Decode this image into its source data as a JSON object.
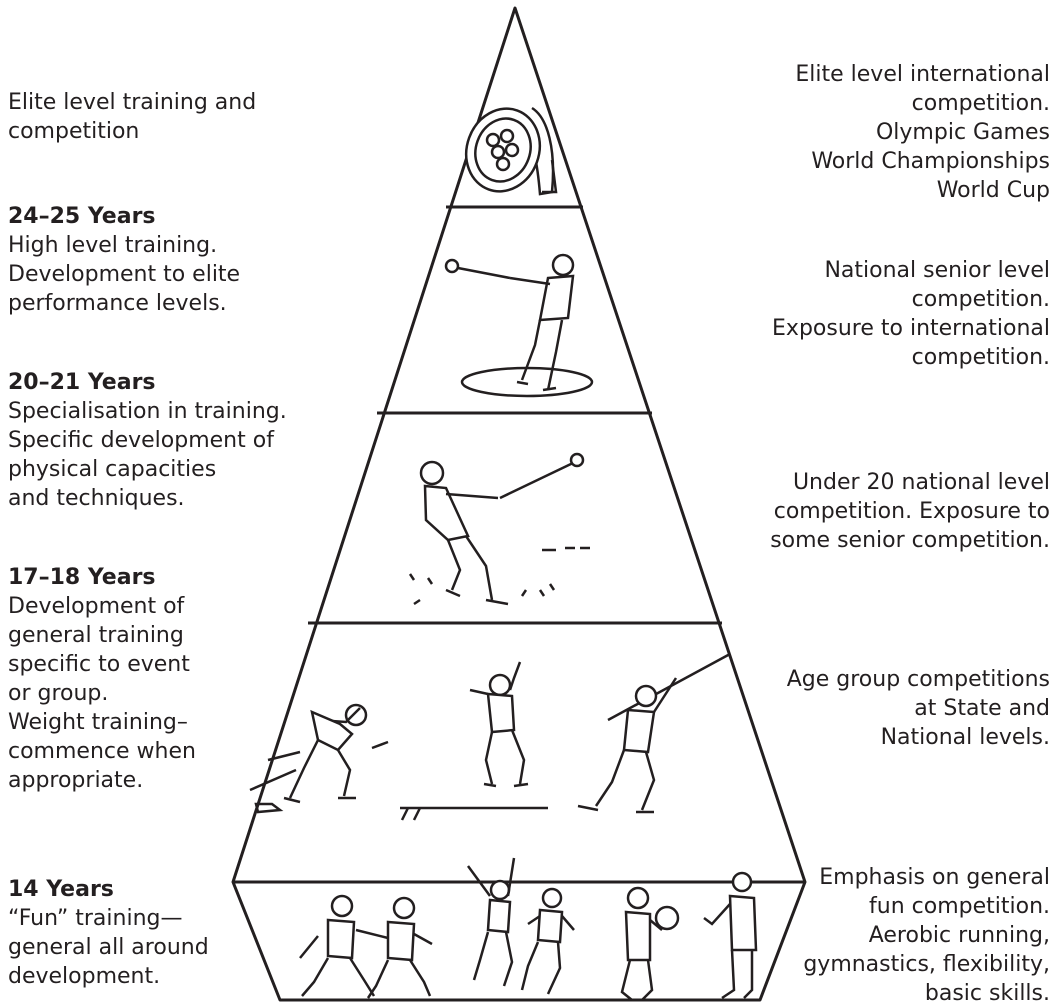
{
  "left_labels": [
    {
      "age": "",
      "text": "Elite level training and\ncompetition"
    },
    {
      "age": "24–25 Years",
      "text": "High level training.\nDevelopment to elite\nperformance levels."
    },
    {
      "age": "20–21 Years",
      "text": "Specialisation in training.\nSpecific development of\nphysical capacities\nand techniques."
    },
    {
      "age": "17–18 Years",
      "text": "Development of\ngeneral training\nspecific to event\nor group.\nWeight training–\ncommence when\nappropriate."
    },
    {
      "age": "14 Years",
      "text": "“Fun” training—\ngeneral all around\ndevelopment."
    }
  ],
  "right_labels": [
    "Elite level international\ncompetition.\nOlympic Games\nWorld Championships\nWorld Cup",
    "National senior level\ncompetition.\nExposure to international\ncompetition.",
    "Under 20 national level\ncompetition. Exposure to\nsome senior competition.",
    "Age group competitions\nat State and\nNational  levels.",
    "Emphasis on general\nfun competition.\nAerobic running,\ngymnastics, flexibility,\nbasic skills."
  ],
  "pyramid_tiers": [
    {
      "illustration": "medal-icon"
    },
    {
      "illustration": "hammer-throw-figure"
    },
    {
      "illustration": "hammer-swing-figure"
    },
    {
      "illustration": "sprint-jump-javelin-figures"
    },
    {
      "illustration": "children-playing-figures"
    }
  ]
}
